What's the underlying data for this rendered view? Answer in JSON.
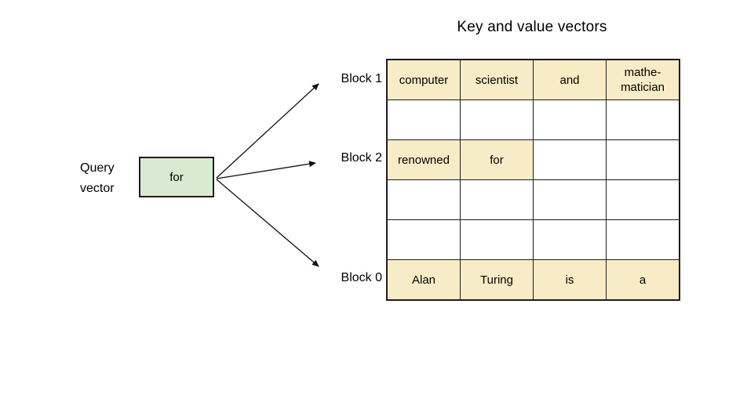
{
  "title": "Key and value vectors",
  "query": {
    "label_line1": "Query",
    "label_line2": "vector",
    "box_label": "for"
  },
  "block_labels": {
    "block1": "Block 1",
    "block2": "Block 2",
    "block0": "Block 0"
  },
  "table": {
    "rows": [
      {
        "cells": [
          "computer",
          "scientist",
          "and",
          "mathe-\nmatician"
        ],
        "highlighted": [
          true,
          true,
          true,
          true
        ]
      },
      {
        "cells": [
          "",
          "",
          "",
          ""
        ],
        "highlighted": [
          false,
          false,
          false,
          false
        ]
      },
      {
        "cells": [
          "renowned",
          "for",
          "",
          ""
        ],
        "highlighted": [
          true,
          true,
          false,
          false
        ]
      },
      {
        "cells": [
          "",
          "",
          "",
          ""
        ],
        "highlighted": [
          false,
          false,
          false,
          false
        ]
      },
      {
        "cells": [
          "",
          "",
          "",
          ""
        ],
        "highlighted": [
          false,
          false,
          false,
          false
        ]
      },
      {
        "cells": [
          "Alan",
          "Turing",
          "is",
          "a"
        ],
        "highlighted": [
          true,
          true,
          true,
          true
        ]
      }
    ]
  },
  "colors": {
    "cell_highlight": "#f8ecc6",
    "query_box_fill": "#d9ead3",
    "line_and_border": "#1c1c1c"
  }
}
